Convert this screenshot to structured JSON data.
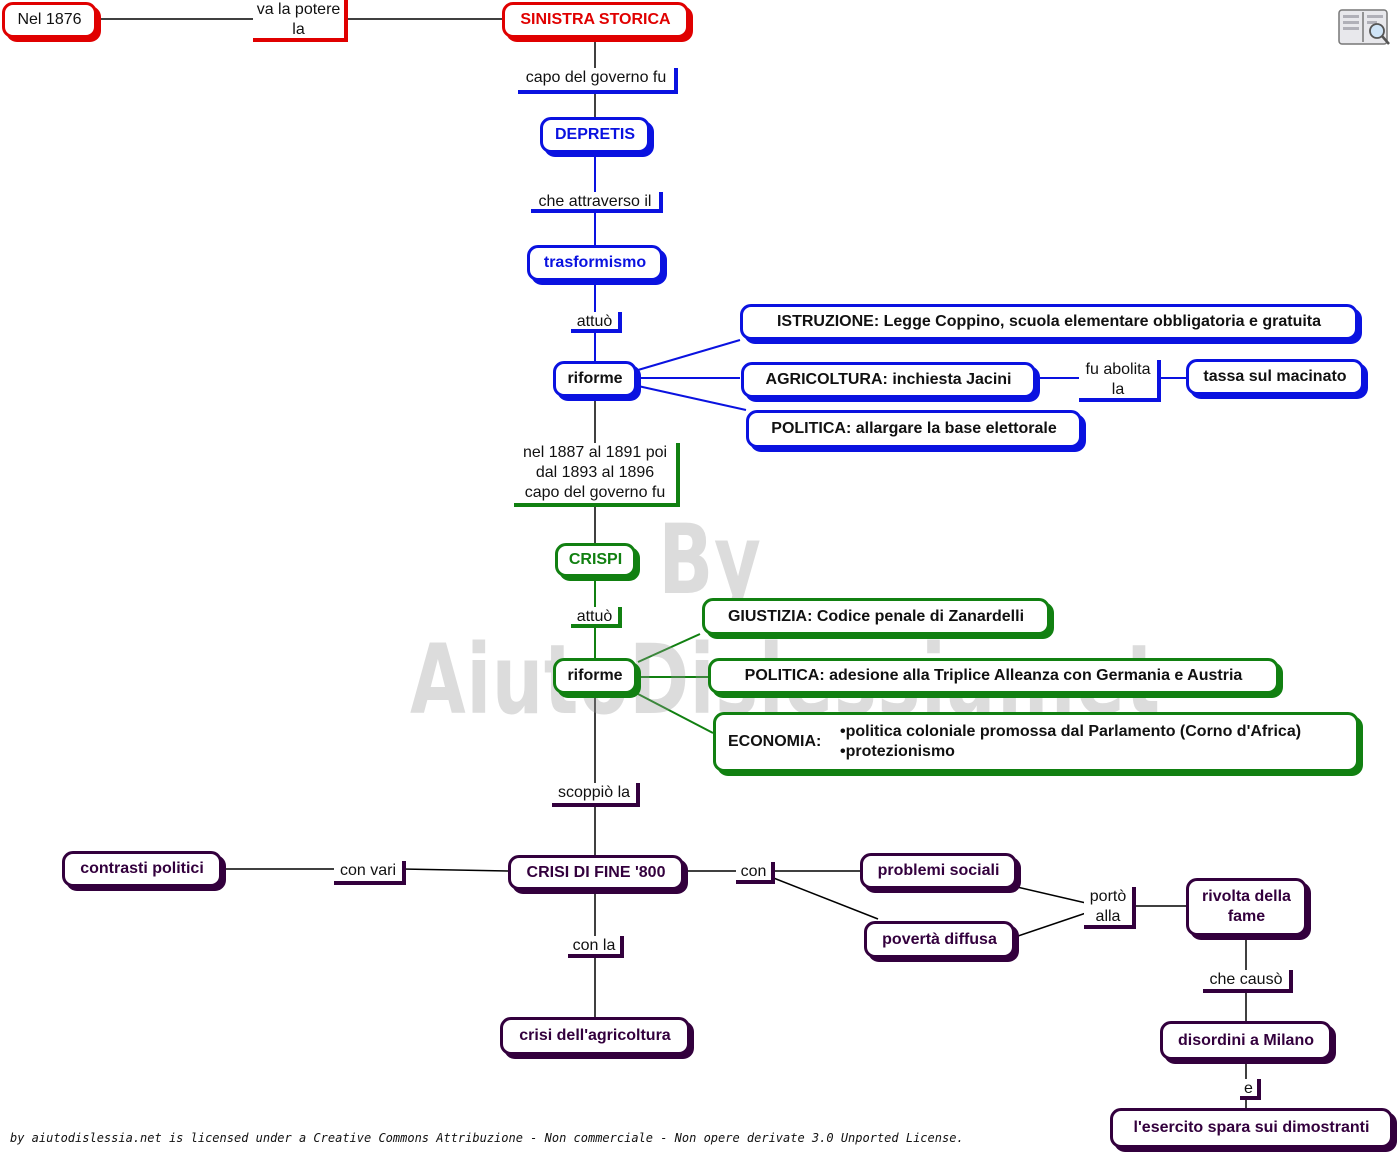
{
  "watermark": "By AiutoDislessia.net",
  "footer": "by aiutodislessia.net is licensed under a Creative Commons Attribuzione - Non commerciale - Non opere derivate 3.0 Unported License.",
  "colors": {
    "red": "#e00000",
    "blue": "#0a12e0",
    "green": "#118011",
    "purple": "#33003d"
  },
  "logo_icon": "book-magnifier-icon",
  "nodes": {
    "nel1876": "Nel 1876",
    "sinistra": "SINISTRA STORICA",
    "depretis": "DEPRETIS",
    "trasformismo": "trasformismo",
    "riforme1": "riforme",
    "istruzione": "ISTRUZIONE: Legge Coppino, scuola elementare obbligatoria e gratuita",
    "agricoltura": "AGRICOLTURA: inchiesta Jacini",
    "tassa": "tassa sul macinato",
    "politica1": "POLITICA: allargare la base elettorale",
    "crispi": "CRISPI",
    "riforme2": "riforme",
    "giustizia": "GIUSTIZIA: Codice penale di Zanardelli",
    "politica2": "POLITICA: adesione alla Triplice Alleanza con Germania e Austria",
    "economia_head": "ECONOMIA:",
    "economia_item1": "politica coloniale promossa dal Parlamento (Corno d'Africa)",
    "economia_item2": "protezionismo",
    "crisi": "CRISI DI FINE '800",
    "contrasti": "contrasti politici",
    "problemi": "problemi sociali",
    "poverta": "povertà diffusa",
    "rivolta": "rivolta della fame",
    "disordini": "disordini a Milano",
    "esercito": "l'esercito spara sui dimostranti",
    "agricoltura_crisi": "crisi dell'agricoltura"
  },
  "links": {
    "va_potere": "va la potere la",
    "capo1": "capo del governo fu",
    "che_attraverso": "che attraverso il",
    "attuo1": "attuò",
    "fu_abolita": "fu abolita la",
    "nel1887": "nel 1887 al 1891 poi dal 1893 al 1896 capo del governo fu",
    "attuo2": "attuò",
    "scoppio": "scoppiò la",
    "con_vari": "con vari",
    "con": "con",
    "porto": "portò alla",
    "con_la": "con la",
    "che_causo": "che causò",
    "e": "e"
  }
}
